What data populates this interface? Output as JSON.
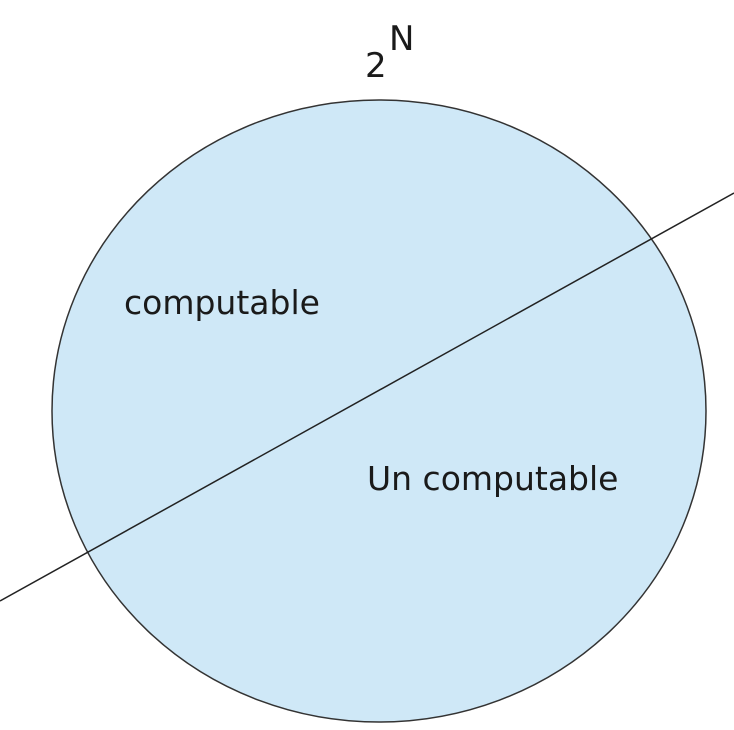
{
  "diagram": {
    "set_base": "2",
    "set_exponent": "N",
    "region_upper": "computable",
    "region_lower": "Un computable",
    "colors": {
      "circle_fill": "#cfe8f7",
      "circle_stroke": "#333333",
      "line_stroke": "#222222",
      "text": "#1a1a1a"
    }
  }
}
